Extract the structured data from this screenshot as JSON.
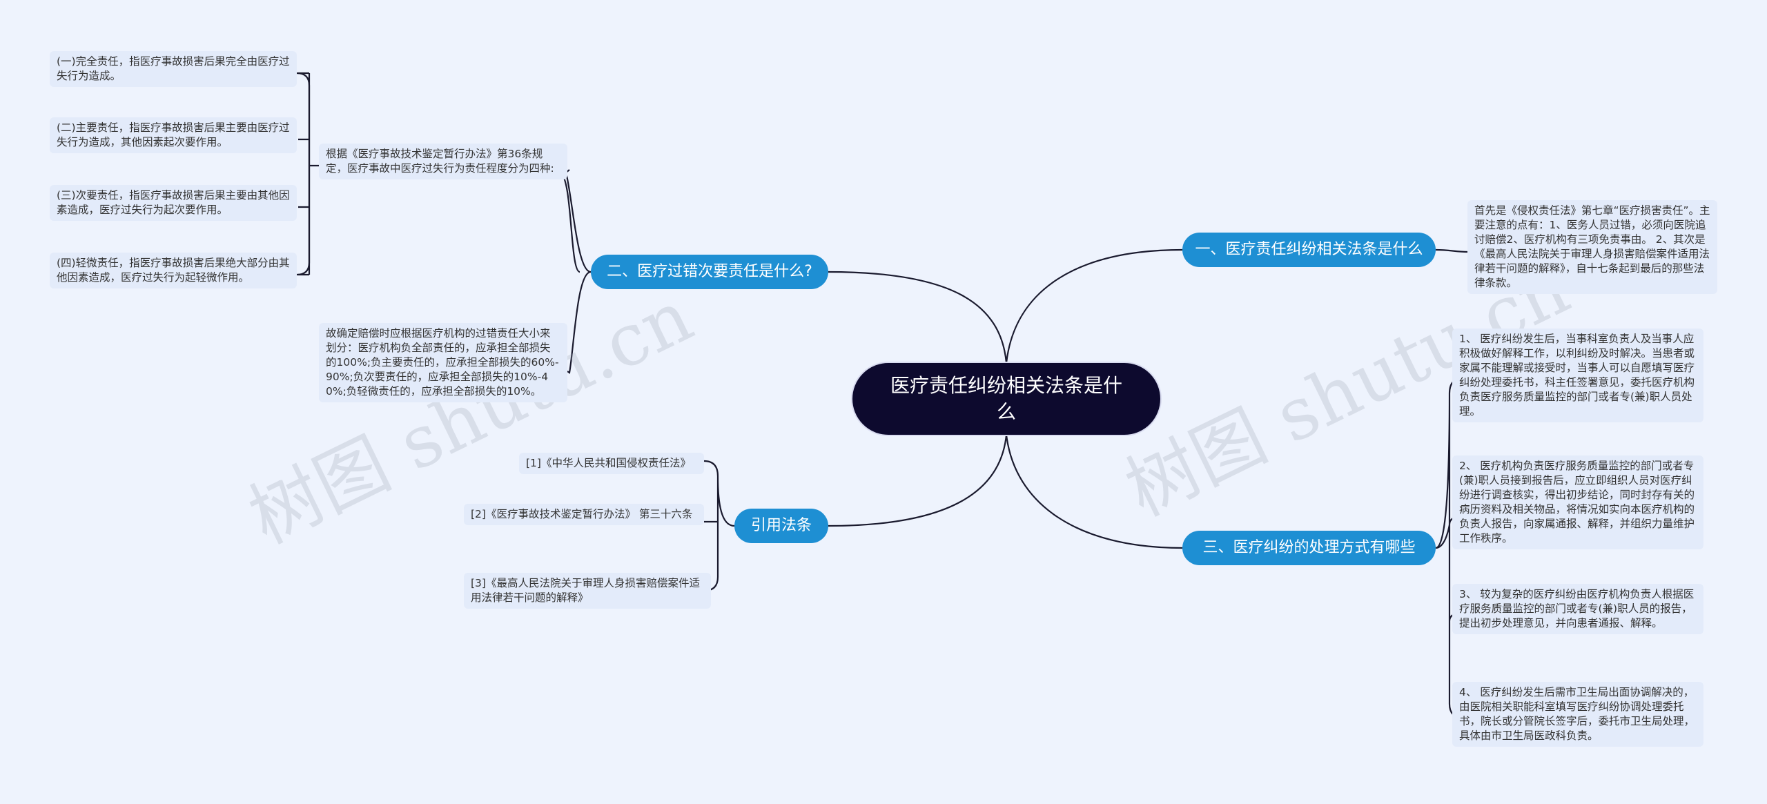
{
  "root": {
    "label": "医疗责任纠纷相关法条是什么"
  },
  "branches": {
    "b1": {
      "label": "一、医疗责任纠纷相关法条是什么"
    },
    "b2": {
      "label": "二、医疗过错次要责任是什么?"
    },
    "b3": {
      "label": "三、医疗纠纷的处理方式有哪些"
    },
    "b4": {
      "label": "引用法条"
    }
  },
  "b1_leaf": "首先是《侵权责任法》第七章“医疗损害责任”。主要注意的点有：1、医务人员过错，必须向医院追讨赔偿2、医疗机构有三项免责事由。 2、其次是《最高人民法院关于审理人身损害赔偿案件适用法律若干问题的解释》，自十七条起到最后的那些法律条款。",
  "b2_leaves": {
    "basis": "根据《医疗事故技术鉴定暂行办法》第36条规定，医疗事故中医疗过失行为责任程度分为四种:",
    "degrees": [
      "(一)完全责任，指医疗事故损害后果完全由医疗过失行为造成。",
      "(二)主要责任，指医疗事故损害后果主要由医疗过失行为造成，其他因素起次要作用。",
      "(三)次要责任，指医疗事故损害后果主要由其他因素造成，医疗过失行为起次要作用。",
      "(四)轻微责任，指医疗事故损害后果绝大部分由其他因素造成，医疗过失行为起轻微作用。"
    ],
    "compensation": "故确定赔偿时应根据医疗机构的过错责任大小来划分：医疗机构负全部责任的，应承担全部损失的100%;负主要责任的，应承担全部损失的60%-90%;负次要责任的，应承担全部损失的10%-40%;负轻微责任的，应承担全部损失的10%。"
  },
  "b3_leaves": [
    "1、 医疗纠纷发生后，当事科室负责人及当事人应积极做好解释工作，以利纠纷及时解决。当患者或家属不能理解或接受时，当事人可以自愿填写医疗纠纷处理委托书，科主任签署意见，委托医疗机构负责医疗服务质量监控的部门或者专(兼)职人员处理。",
    "2、 医疗机构负责医疗服务质量监控的部门或者专(兼)职人员接到报告后，应立即组织人员对医疗纠纷进行调查核实，得出初步结论，同时封存有关的病历资料及相关物品，将情况如实向本医疗机构的负责人报告，向家属通报、解释，并组织力量维护工作秩序。",
    "3、 较为复杂的医疗纠纷由医疗机构负责人根据医疗服务质量监控的部门或者专(兼)职人员的报告，提出初步处理意见，并向患者通报、解释。",
    "4、 医疗纠纷发生后需市卫生局出面协调解决的，由医院相关职能科室填写医疗纠纷协调处理委托书，院长或分管院长签字后，委托市卫生局处理，具体由市卫生局医政科负责。"
  ],
  "b4_leaves": [
    "[1]《中华人民共和国侵权责任法》",
    "[2]《医疗事故技术鉴定暂行办法》 第三十六条",
    "[3]《最高人民法院关于审理人身损害赔偿案件适用法律若干问题的解释》"
  ],
  "watermark": [
    "树图 shutu.cn",
    "树图 shutu.cn"
  ],
  "colors": {
    "background": "#eef3fd",
    "root": "#0d0a2e",
    "branch": "#1e8fd3",
    "leaf": "#e3ebfa",
    "line": "#1a1a2e"
  }
}
